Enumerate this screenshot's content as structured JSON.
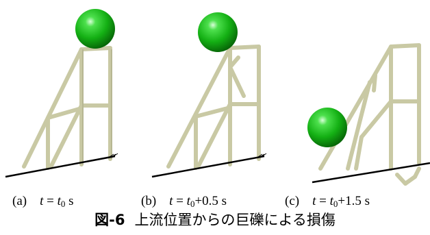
{
  "panels": [
    {
      "id": "a",
      "label": "(a)",
      "var": "t",
      "eq": "=",
      "base": "t",
      "sub": "0",
      "suffix": "s"
    },
    {
      "id": "b",
      "label": "(b)",
      "var": "t",
      "eq": "=",
      "base": "t",
      "sub": "0",
      "suffix": "+0.5 s"
    },
    {
      "id": "c",
      "label": "(c)",
      "var": "t",
      "eq": "=",
      "base": "t",
      "sub": "0",
      "suffix": "+1.5 s"
    }
  ],
  "figure": {
    "number": "図-6",
    "title": "上流位置からの巨礫による損傷"
  },
  "colors": {
    "pipe": "#c9c9a4",
    "pipe_edge": "#8e8e6c",
    "boulder": "#1fbf1f",
    "boulder_dark": "#0a7a0a",
    "ground": "#000000"
  }
}
